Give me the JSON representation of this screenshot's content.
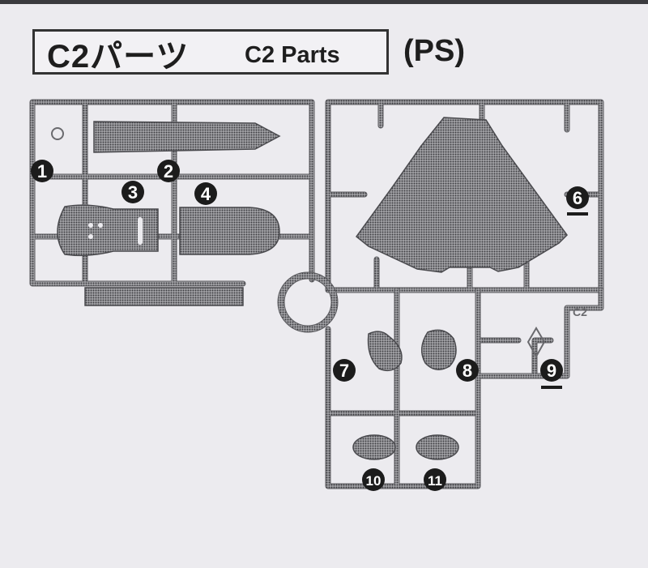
{
  "title": {
    "jp": "C2パーツ",
    "en": "C2 Parts",
    "material": "(PS)"
  },
  "runner": {
    "id_label": "C2",
    "parts": [
      {
        "number": "1"
      },
      {
        "number": "2"
      },
      {
        "number": "3"
      },
      {
        "number": "4"
      },
      {
        "number": "6",
        "underline": true
      },
      {
        "number": "7"
      },
      {
        "number": "8"
      },
      {
        "number": "9",
        "underline": true
      },
      {
        "number": "10"
      },
      {
        "number": "11"
      }
    ]
  },
  "colors": {
    "background": "#ecebef",
    "frame_fill": "#8c8c90",
    "frame_stroke": "#5e5e62",
    "label_fill": "#1c1c1c"
  }
}
